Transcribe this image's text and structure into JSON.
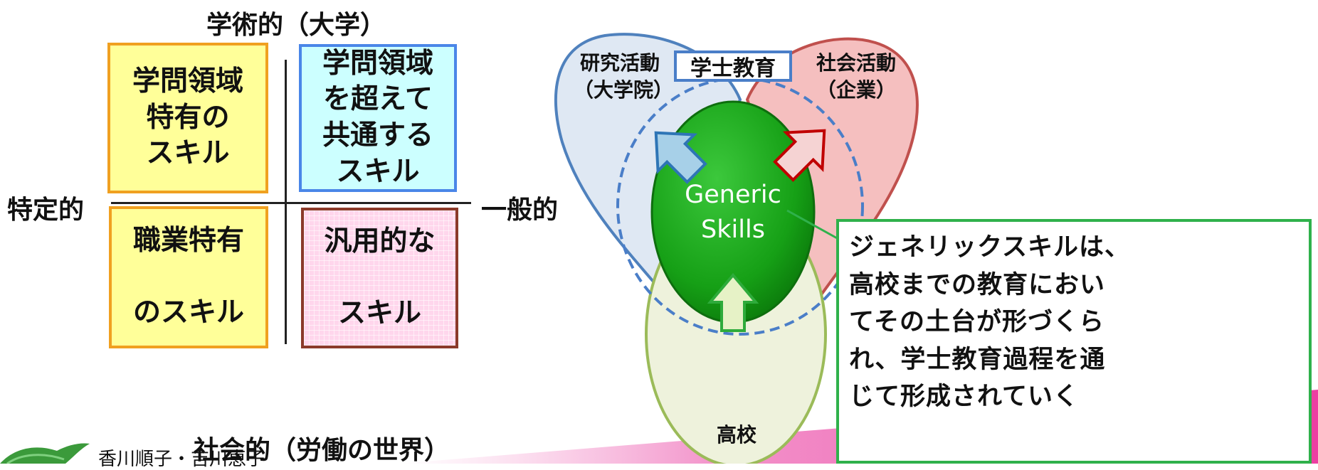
{
  "left_diagram": {
    "top_label": "学術的（大学）",
    "bottom_label": "社会的（労働の世界）",
    "left_label": "特定的",
    "right_label": "一般的",
    "quadrants": {
      "top_left": "学問領域\n特有の\nスキル",
      "top_right": "学問領域\nを超えて\n共通する\nスキル",
      "bottom_left": "職業特有\n\nのスキル",
      "bottom_right": "汎用的な\n\nスキル"
    }
  },
  "right_diagram": {
    "research_label": "研究活動\n（大学院）",
    "bachelor_label": "学士教育",
    "society_label": "社会活動\n（企業）",
    "generic_label": "Generic\nSkills",
    "highschool_label": "高校",
    "callout_text": "ジェネリックスキルは、\n高校までの教育におい\nてその土台が形づくら\nれ、学士教育過程を通\nじて形成されていく",
    "colors": {
      "research": "#dce6f2",
      "society": "#f4b8b8",
      "highschool": "#eef2dc",
      "generic": "#22a52a",
      "callout_border": "#2fb14b"
    }
  },
  "footer": {
    "author": "香川順子・吉川恵子"
  }
}
